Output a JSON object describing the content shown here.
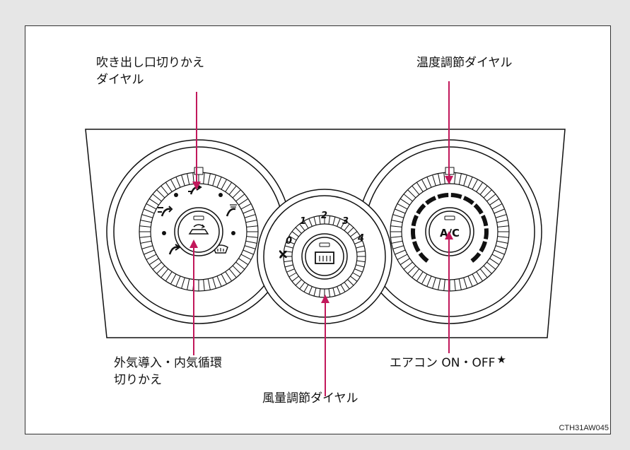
{
  "labels": {
    "outlet_dial": [
      "吹き出し口切りかえ",
      "ダイヤル"
    ],
    "temperature_dial": "温度調節ダイヤル",
    "recirc_switch": [
      "外気導入・内気循環",
      "切りかえ"
    ],
    "fan_dial": "風量調節ダイヤル",
    "ac_button": "エアコン ON・OFF",
    "ac_star": "★"
  },
  "fan_speeds": [
    "0",
    "1",
    "2",
    "3",
    "4"
  ],
  "ac_button_text": "A/C",
  "image_code": "CTH31AW045",
  "colors": {
    "leader_line": "#c2185b",
    "outline": "#111111",
    "background": "#e6e6e6"
  },
  "icons": [
    "outlet-face-icon",
    "outlet-bilevel-icon",
    "outlet-foot-icon",
    "outlet-foot-defrost-icon",
    "defroster-icon",
    "recirculation-car-icon",
    "fan-icon",
    "rear-defogger-icon"
  ]
}
